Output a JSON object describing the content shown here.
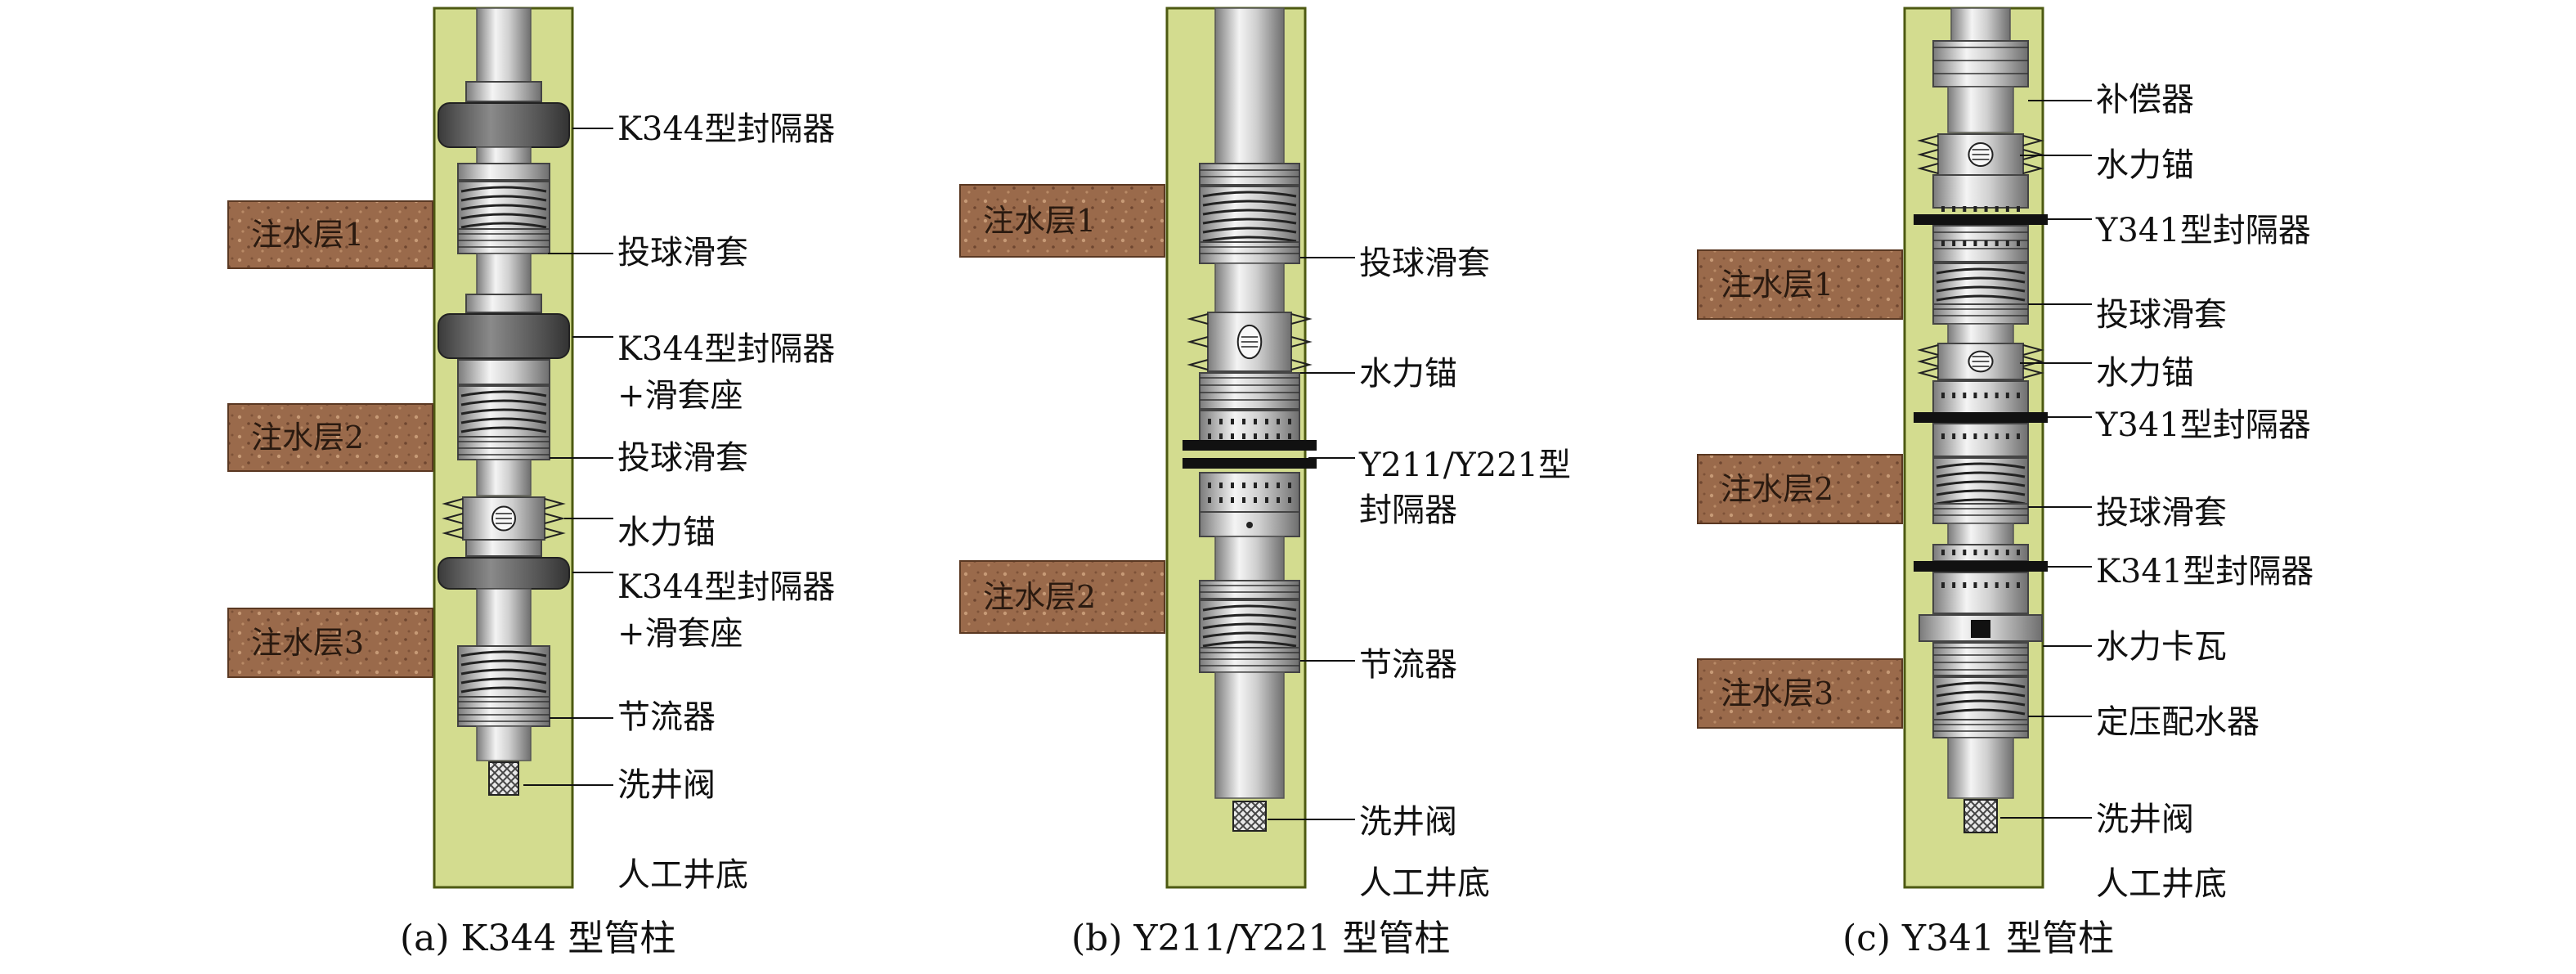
{
  "colors": {
    "well_fill": "#d3dc8f",
    "well_stroke": "#4d5a12",
    "zone_fill": "#9a6a4b",
    "zone_stroke": "#5a3822",
    "packer_dark": "#555555",
    "packer_black": "#111111"
  },
  "panels": [
    {
      "caption": "(a) K344 型管柱",
      "zones": [
        "注水层1",
        "注水层2",
        "注水层3"
      ],
      "labels": [
        "K344型封隔器",
        "投球滑套",
        "K344型封隔器",
        "+滑套座",
        "投球滑套",
        "水力锚",
        "K344型封隔器",
        "+滑套座",
        "节流器",
        "洗井阀",
        "人工井底"
      ]
    },
    {
      "caption": "(b) Y211/Y221 型管柱",
      "zones": [
        "注水层1",
        "注水层2"
      ],
      "labels": [
        "投球滑套",
        "水力锚",
        "Y211/Y221型",
        "封隔器",
        "节流器",
        "洗井阀",
        "人工井底"
      ]
    },
    {
      "caption": "(c) Y341 型管柱",
      "zones": [
        "注水层1",
        "注水层2",
        "注水层3"
      ],
      "labels": [
        "补偿器",
        "水力锚",
        "Y341型封隔器",
        "投球滑套",
        "水力锚",
        "Y341型封隔器",
        "投球滑套",
        "K341型封隔器",
        "水力卡瓦",
        "定压配水器",
        "洗井阀",
        "人工井底"
      ]
    }
  ]
}
